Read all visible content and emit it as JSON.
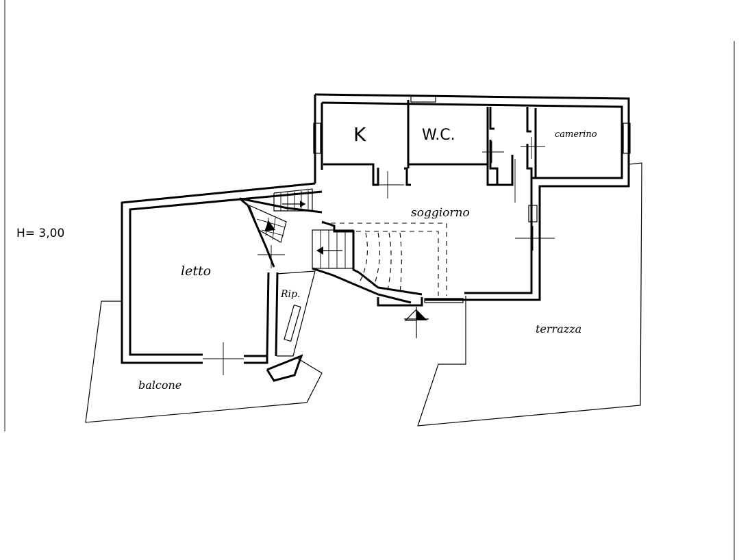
{
  "height_note": "H= 3,00",
  "rooms": {
    "kitchen": "K",
    "wc": "W.C.",
    "camerino": "camerino",
    "soggiorno": "soggiorno",
    "letto": "letto",
    "ripostiglio": "Rip.",
    "balcone": "balcone",
    "terrazza": "terrazza"
  }
}
